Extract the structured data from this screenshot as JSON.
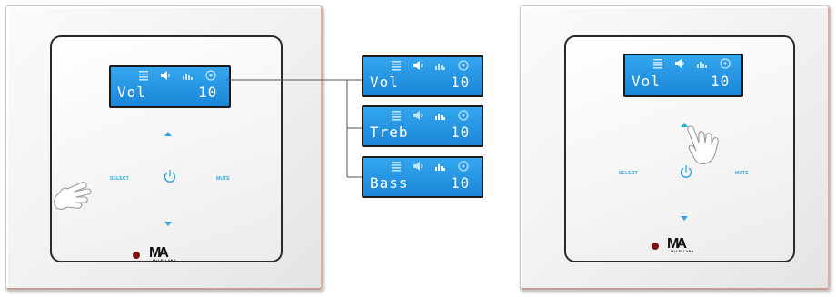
{
  "panel_left": {
    "display": {
      "param": "Vol",
      "value": "10"
    },
    "buttons": {
      "select": "SELECT",
      "mute": "MUTE"
    },
    "logo": {
      "mark": "MA",
      "brand": "McLELLAND"
    },
    "icons": [
      "menu-icon",
      "speaker-icon",
      "equalizer-icon",
      "cd-icon"
    ]
  },
  "callouts": [
    {
      "param": "Vol",
      "value": "10"
    },
    {
      "param": "Treb",
      "value": "10"
    },
    {
      "param": "Bass",
      "value": "10"
    }
  ],
  "panel_right": {
    "display": {
      "param": "Vol",
      "value": "10"
    },
    "buttons": {
      "select": "SELECT",
      "mute": "MUTE"
    },
    "logo": {
      "mark": "MA",
      "brand": "McLELLAND"
    }
  },
  "colors": {
    "lcd_blue": "#1b86d8",
    "accent": "#2da7e0",
    "led": "#7a1010",
    "frame_edge": "#c86a4a"
  }
}
